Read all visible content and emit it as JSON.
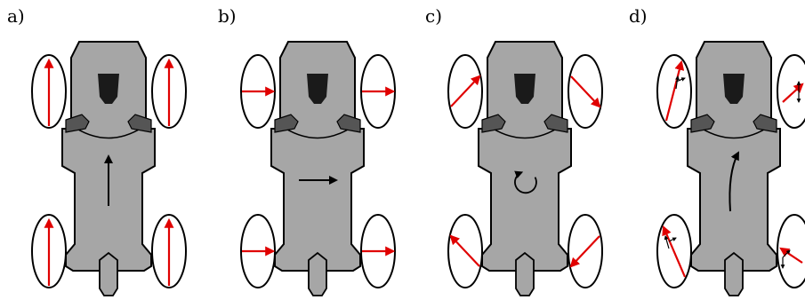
{
  "panels": [
    {
      "label": "a)"
    },
    {
      "label": "b)"
    },
    {
      "label": "c)"
    },
    {
      "label": "d)"
    }
  ],
  "colors": {
    "body_fill": "#a6a6a6",
    "outline": "#000000",
    "wheel_vector": "#e00000",
    "motion_arrow": "#000000",
    "camera": "#1a1a1a",
    "mirror": "#555555"
  }
}
